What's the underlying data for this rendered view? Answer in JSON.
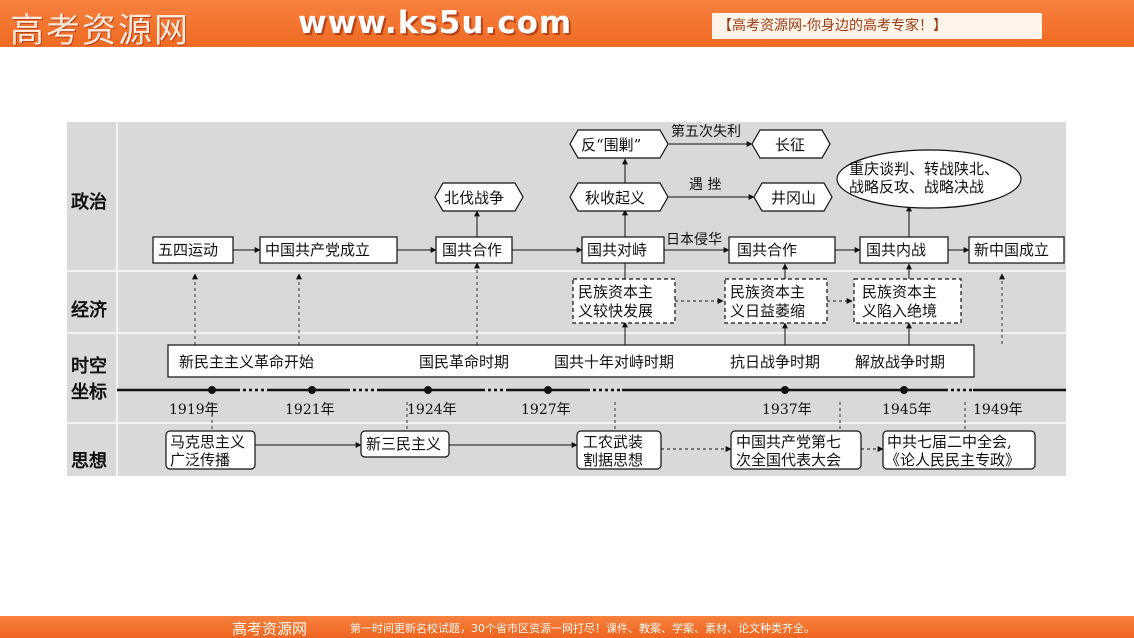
{
  "header": {
    "logo": "高考资源网",
    "url": "www.ks5u.com",
    "slogan": "【高考资源网-你身边的高考专家！】"
  },
  "footer": {
    "brand": "高考资源网",
    "text": "第一时间更新名校试题，30个省市区资源一网打尽！课件、教案、学案、素材、论文种类齐全。"
  },
  "rows": {
    "politics": "政治",
    "economy": "经济",
    "timeline_1": "时空",
    "timeline_2": "坐标",
    "thought": "思想"
  },
  "politics": {
    "wusi": "五四运动",
    "ccp_founded": "中国共产党成立",
    "coop1": "国共合作",
    "confront": "国共对峙",
    "coop2": "国共合作",
    "civil_war": "国共内战",
    "new_china": "新中国成立",
    "northern_exp": "北伐战争",
    "autumn": "秋收起义",
    "jinggang": "井冈山",
    "encircle": "反“围剿”",
    "long_march": "长征",
    "chongqing_1": "重庆谈判、转战陕北、",
    "chongqing_2": "战略反攻、战略决战",
    "fifth_fail": "第五次失利",
    "meet": "遇  挫",
    "japan": "日本侵华"
  },
  "economy": {
    "e1_1": "民族资本主",
    "e1_2": "义较快发展",
    "e2_1": "民族资本主",
    "e2_2": "义日益萎缩",
    "e3_1": "民族资本主",
    "e3_2": "义陷入绝境"
  },
  "periods": {
    "p1": "新民主主义革命开始",
    "p2": "国民革命时期",
    "p3": "国共十年对峙时期",
    "p4": "抗日战争时期",
    "p5": "解放战争时期"
  },
  "years": [
    "1919年",
    "1921年",
    "1924年",
    "1927年",
    "1937年",
    "1945年",
    "1949年"
  ],
  "thought": {
    "t1_1": "马克思主义",
    "t1_2": "广泛传播",
    "t2": "新三民主义",
    "t3_1": "工农武装",
    "t3_2": "割据思想",
    "t4_1": "中国共产党第七",
    "t4_2": "次全国代表大会",
    "t5_1": "中共七届二中全会,",
    "t5_2": "《论人民民主专政》"
  },
  "colors": {
    "banner": "#ef6a22",
    "diagram_bg": "#d9d9d9"
  }
}
